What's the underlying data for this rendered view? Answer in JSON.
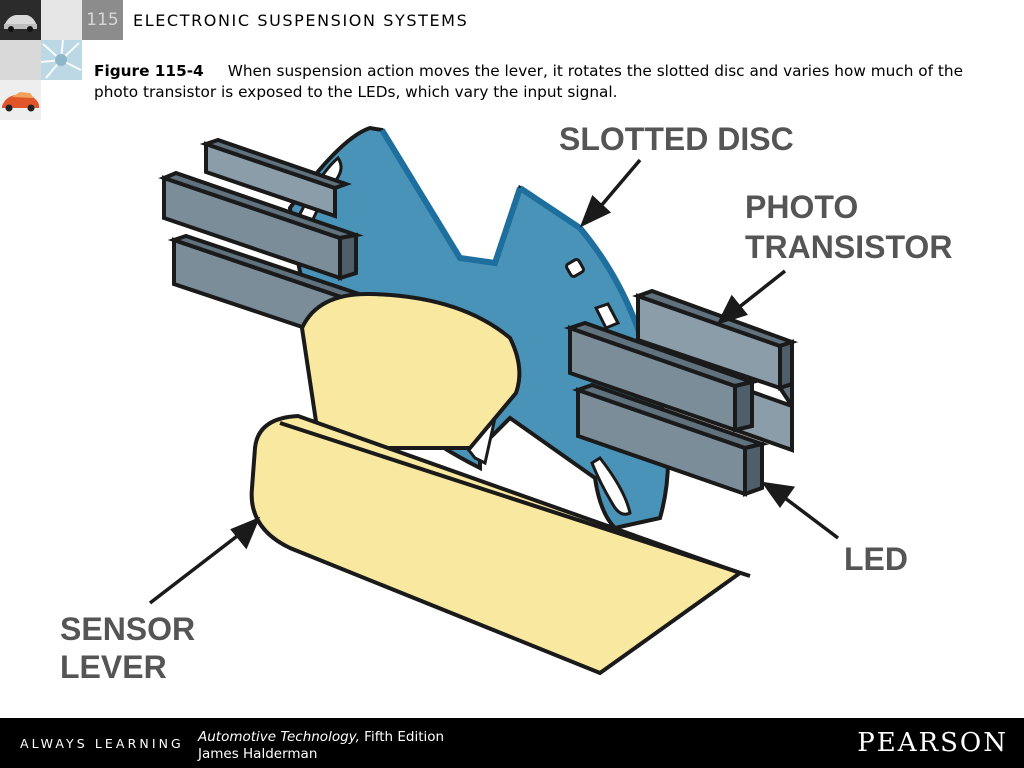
{
  "header": {
    "chapter_number": "115",
    "title": "ELECTRONIC SUSPENSION SYSTEMS"
  },
  "caption": {
    "figure_label": "Figure 115-4",
    "text": "When suspension action moves the lever, it rotates the slotted disc and varies how much of the photo transistor is exposed to the LEDs, which vary the input signal."
  },
  "figure": {
    "labels": {
      "slotted_disc": "SLOTTED DISC",
      "photo_line1": "PHOTO",
      "photo_line2": "TRANSISTOR",
      "led": "LED",
      "sensor_line1": "SENSOR",
      "sensor_line2": "LEVER"
    },
    "colors": {
      "disc": "#4a93b8",
      "disc_edge": "#1e6f9e",
      "lever": "#f8e8a0",
      "bars": "#7a8d99"
    }
  },
  "footer": {
    "tagline": "ALWAYS LEARNING",
    "book_title": "Automotive Technology,",
    "edition": "Fifth Edition",
    "author": "James Halderman",
    "brand": "PEARSON"
  }
}
